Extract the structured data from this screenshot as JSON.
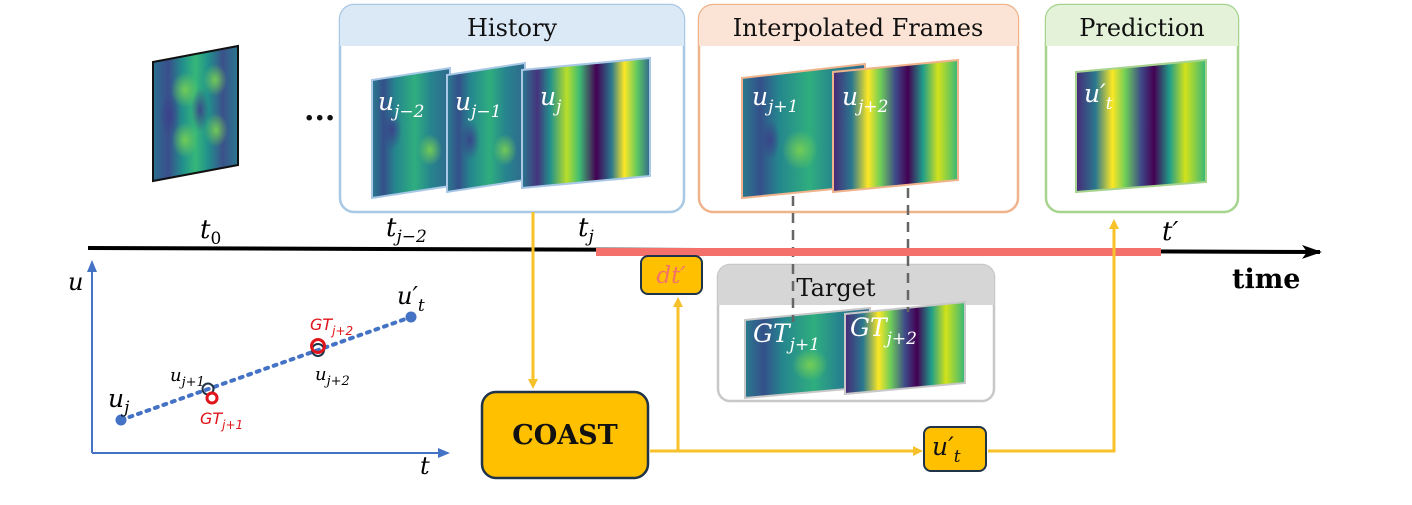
{
  "panels": {
    "history_title": "History",
    "interpolated_title": "Interpolated Frames",
    "prediction_title": "Prediction",
    "target_title": "Target"
  },
  "timeline": {
    "axis_label": "time",
    "ticks": {
      "t0": {
        "base": "t",
        "sub": "0"
      },
      "tjm2": {
        "base": "t",
        "sub": "j−2"
      },
      "tj": {
        "base": "t",
        "sub": "j"
      },
      "tprime": {
        "base": "t′"
      }
    },
    "ellipsis": "..."
  },
  "frames": {
    "history": [
      {
        "base": "u",
        "sub": "j−2"
      },
      {
        "base": "u",
        "sub": "j−1"
      },
      {
        "base": "u",
        "sub": "j"
      }
    ],
    "interpolated": [
      {
        "base": "u",
        "sub": "j+1"
      },
      {
        "base": "u",
        "sub": "j+2"
      }
    ],
    "prediction": {
      "base": "u′",
      "sub": "t"
    },
    "target": [
      {
        "base": "GT",
        "sub": "j+1"
      },
      {
        "base": "GT",
        "sub": "j+2"
      }
    ]
  },
  "boxes": {
    "coast": "COAST",
    "dt": "dt′",
    "ut_base": "u′",
    "ut_sub": "t"
  },
  "inset_plot": {
    "y_axis": "u",
    "x_axis": "t",
    "points": {
      "uj": {
        "base": "u",
        "sub": "j"
      },
      "uj1": {
        "base": "u",
        "sub": "j+1"
      },
      "uj2": {
        "base": "u",
        "sub": "j+2"
      },
      "ut": {
        "base": "u′",
        "sub": "t"
      },
      "gt1": {
        "base": "GT",
        "sub": "j+1"
      },
      "gt2": {
        "base": "GT",
        "sub": "j+2"
      }
    }
  },
  "colors": {
    "history_border": "#a8c8e6",
    "history_header": "#dbe8f6",
    "interp_border": "#f0b48c",
    "interp_header": "#fbe3d6",
    "pred_border": "#a6d48e",
    "pred_header": "#e4f2d9",
    "target_border": "#c8c8c8",
    "target_header": "#d6d6d6",
    "arrow": "#f7c12a",
    "box_fill": "#ffc000",
    "red_bar": "#f4706b",
    "gt_red": "#e0141b",
    "plot_blue": "#4472c4"
  }
}
